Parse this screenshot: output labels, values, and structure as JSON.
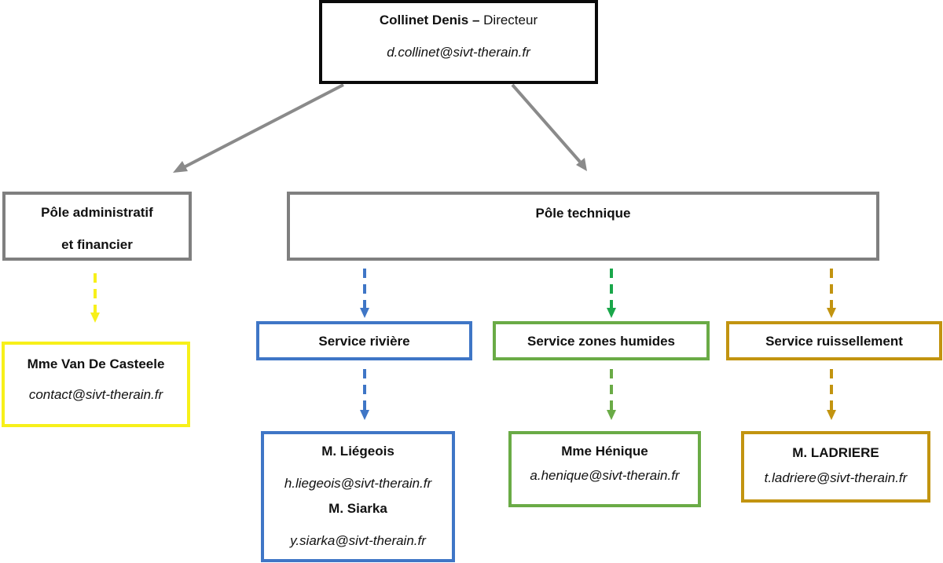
{
  "director": {
    "name": "Collinet Denis –",
    "role": "Directeur",
    "email": "d.collinet@sivt-therain.fr"
  },
  "pole_admin": {
    "line1": "Pôle administratif",
    "line2": "et financier"
  },
  "pole_tech": {
    "title": "Pôle technique"
  },
  "admin_person": {
    "name": "Mme Van De Casteele",
    "email": "contact@sivt-therain.fr"
  },
  "services": {
    "riviere": {
      "title": "Service rivière",
      "people": [
        {
          "name": "M. Liégeois",
          "email": "h.liegeois@sivt-therain.fr"
        },
        {
          "name": "M. Siarka",
          "email": "y.siarka@sivt-therain.fr"
        }
      ]
    },
    "zones": {
      "title": "Service zones humides",
      "people": [
        {
          "name": "Mme Hénique",
          "email": "a.henique@sivt-therain.fr"
        }
      ]
    },
    "ruissellement": {
      "title": "Service ruissellement",
      "people": [
        {
          "name": "M. LADRIERE",
          "email": "t.ladriere@sivt-therain.fr"
        }
      ]
    }
  },
  "colors": {
    "director_border": "#0a0a0a",
    "pole_border": "#7f7f7f",
    "admin_yellow": "#f7f01a",
    "riviere_blue": "#3f76c6",
    "zones_green": "#6aab46",
    "zones_arrow_green": "#1aa74a",
    "ruissellement_gold": "#c29410",
    "solid_arrow": "#8a8a8a"
  }
}
